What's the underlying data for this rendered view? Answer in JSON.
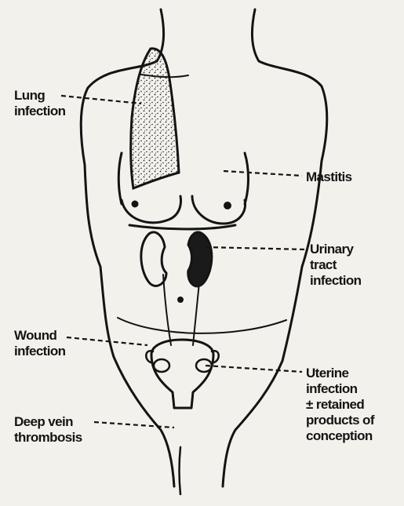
{
  "labels": {
    "lung_infection": [
      "Lung",
      "infection"
    ],
    "mastitis": [
      "Mastitis"
    ],
    "urinary_tract_infection": [
      "Urinary",
      "tract",
      "infection"
    ],
    "wound_infection": [
      "Wound",
      "infection"
    ],
    "uterine_infection": [
      "Uterine",
      "infection",
      "± retained",
      "products of",
      "conception"
    ],
    "deep_vein_thrombosis": [
      "Deep vein",
      "thrombosis"
    ]
  },
  "colors": {
    "background": "#f3f1ec",
    "ink": "#141414"
  }
}
